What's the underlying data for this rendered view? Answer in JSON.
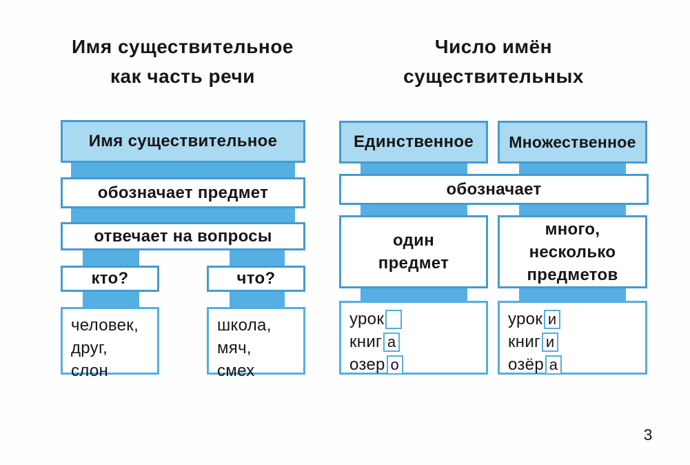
{
  "page": {
    "number": "3"
  },
  "colors": {
    "box_fill": "#aad9f2",
    "connector": "#55afe3",
    "border": "#449bd1",
    "border_light": "#55aedd",
    "text": "#161616"
  },
  "left_diagram": {
    "title_lines": [
      "Имя существительное",
      "как часть речи"
    ],
    "root_label": "Имя существительное",
    "meaning_label": "обозначает предмет",
    "questions_label": "отвечает на вопросы",
    "who_label": "кто?",
    "what_label": "что?",
    "who_examples": [
      "человек,",
      "друг,",
      "слон"
    ],
    "what_examples": [
      "школа,",
      "мяч,",
      "смех"
    ]
  },
  "right_diagram": {
    "title_lines": [
      "Число имён",
      "существительных"
    ],
    "singular_label": "Единственное",
    "plural_label": "Множественное",
    "denotes_label": "обозначает",
    "singular_meaning_lines": [
      "один",
      "предмет"
    ],
    "plural_meaning_lines": [
      "много,",
      "несколько",
      "предметов"
    ],
    "singular_examples": [
      {
        "stem": "урок",
        "ending": ""
      },
      {
        "stem": "книг",
        "ending": "а"
      },
      {
        "stem": "озер",
        "ending": "о"
      }
    ],
    "plural_examples": [
      {
        "stem": "урок",
        "ending": "и"
      },
      {
        "stem": "книг",
        "ending": "и"
      },
      {
        "stem": "озёр",
        "ending": "а"
      }
    ]
  }
}
